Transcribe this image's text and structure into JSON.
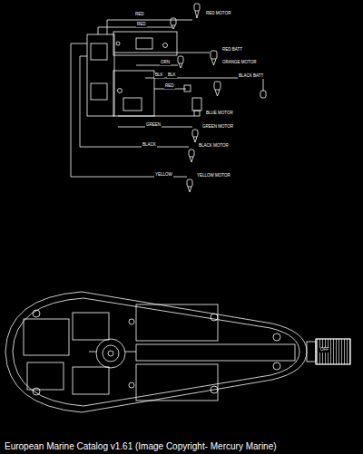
{
  "diagram": {
    "caption": "European Marine Catalog v1.61 (Image Copyright- Mercury Marine)",
    "labels": [
      "RED",
      "RED MOTOR",
      "RED",
      "RED BATT",
      "ORN",
      "ORANGE MOTOR",
      "BLK",
      "BLK",
      "BLACK BATT",
      "RED",
      "BLUE MOTOR",
      "GREEN",
      "GREEN MOTOR",
      "BLACK",
      "BLACK MOTOR",
      "YELLOW",
      "YELLOW MOTOR",
      "OFF"
    ]
  }
}
